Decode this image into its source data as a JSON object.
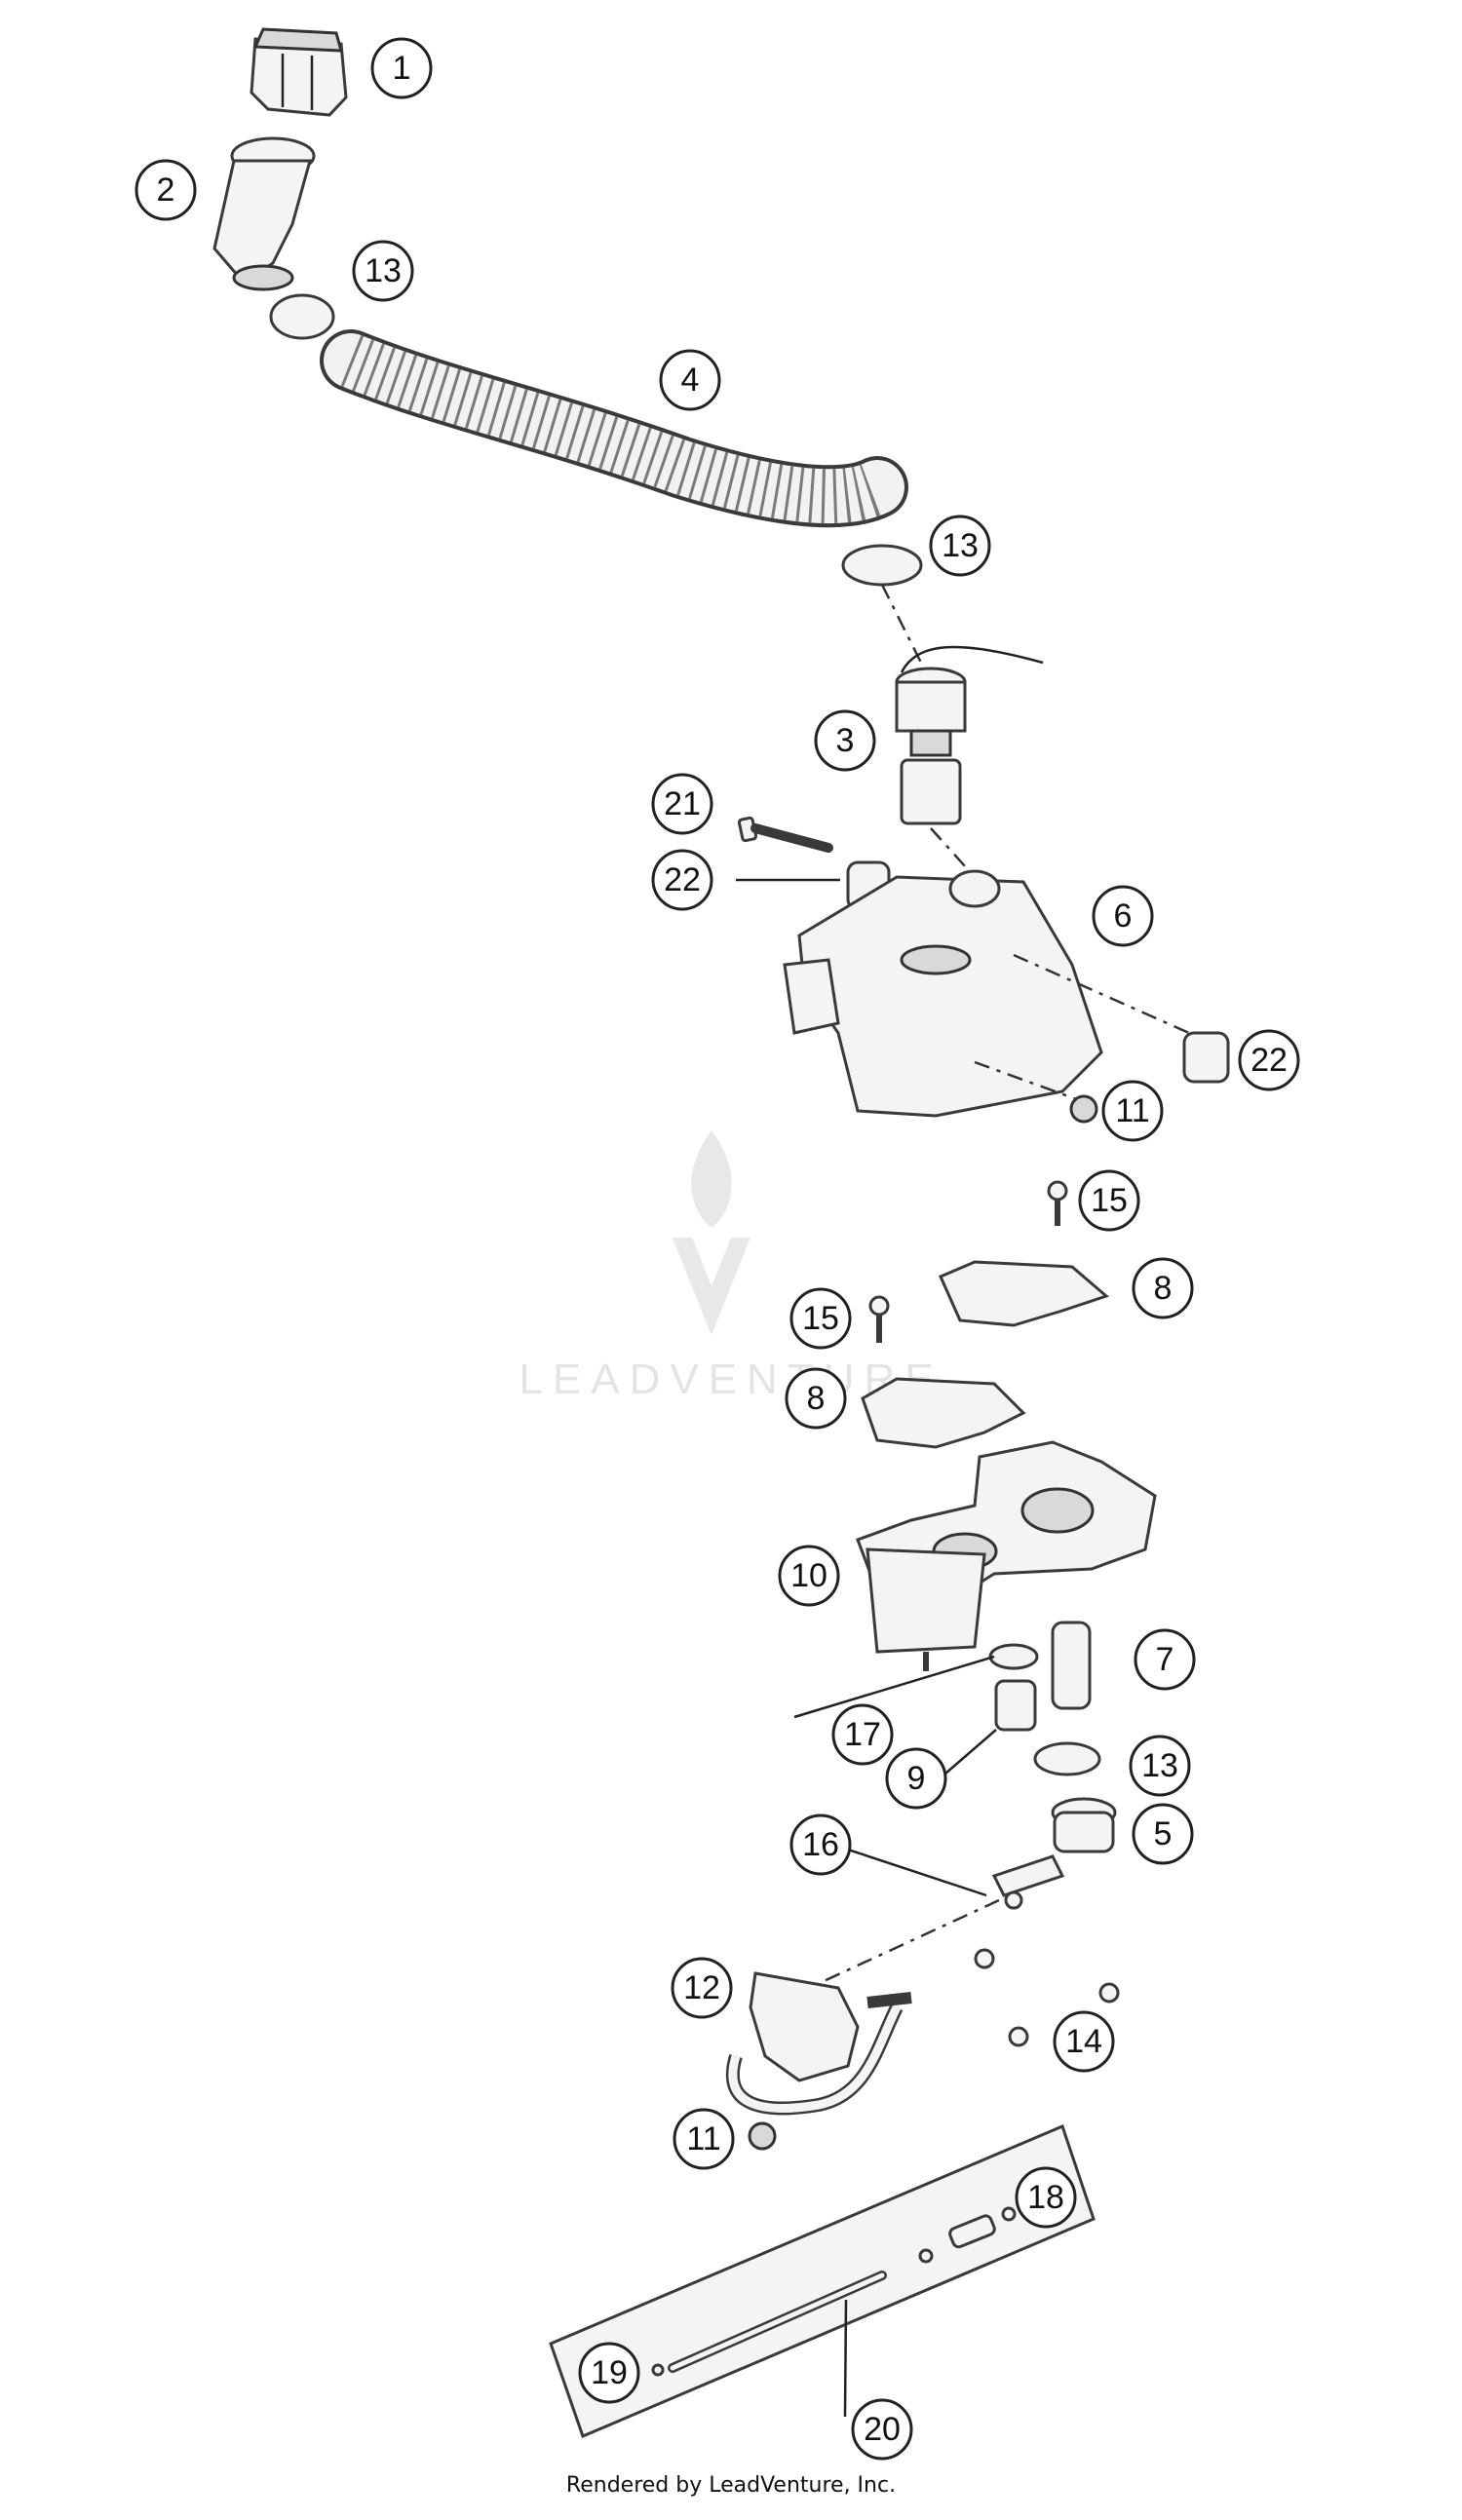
{
  "watermark": "LEADVENTURE",
  "footer": "Rendered by LeadVenture, Inc.",
  "callouts": {
    "c1": "1",
    "c2": "2",
    "c13a": "13",
    "c4": "4",
    "c13b": "13",
    "c3": "3",
    "c21": "21",
    "c22a": "22",
    "c6": "6",
    "c22b": "22",
    "c11a": "11",
    "c15a": "15",
    "c8a": "8",
    "c15b": "15",
    "c8b": "8",
    "c10": "10",
    "c7": "7",
    "c17": "17",
    "c9": "9",
    "c13c": "13",
    "c16": "16",
    "c5": "5",
    "c12": "12",
    "c14": "14",
    "c11b": "11",
    "c18": "18",
    "c19": "19",
    "c20": "20"
  }
}
